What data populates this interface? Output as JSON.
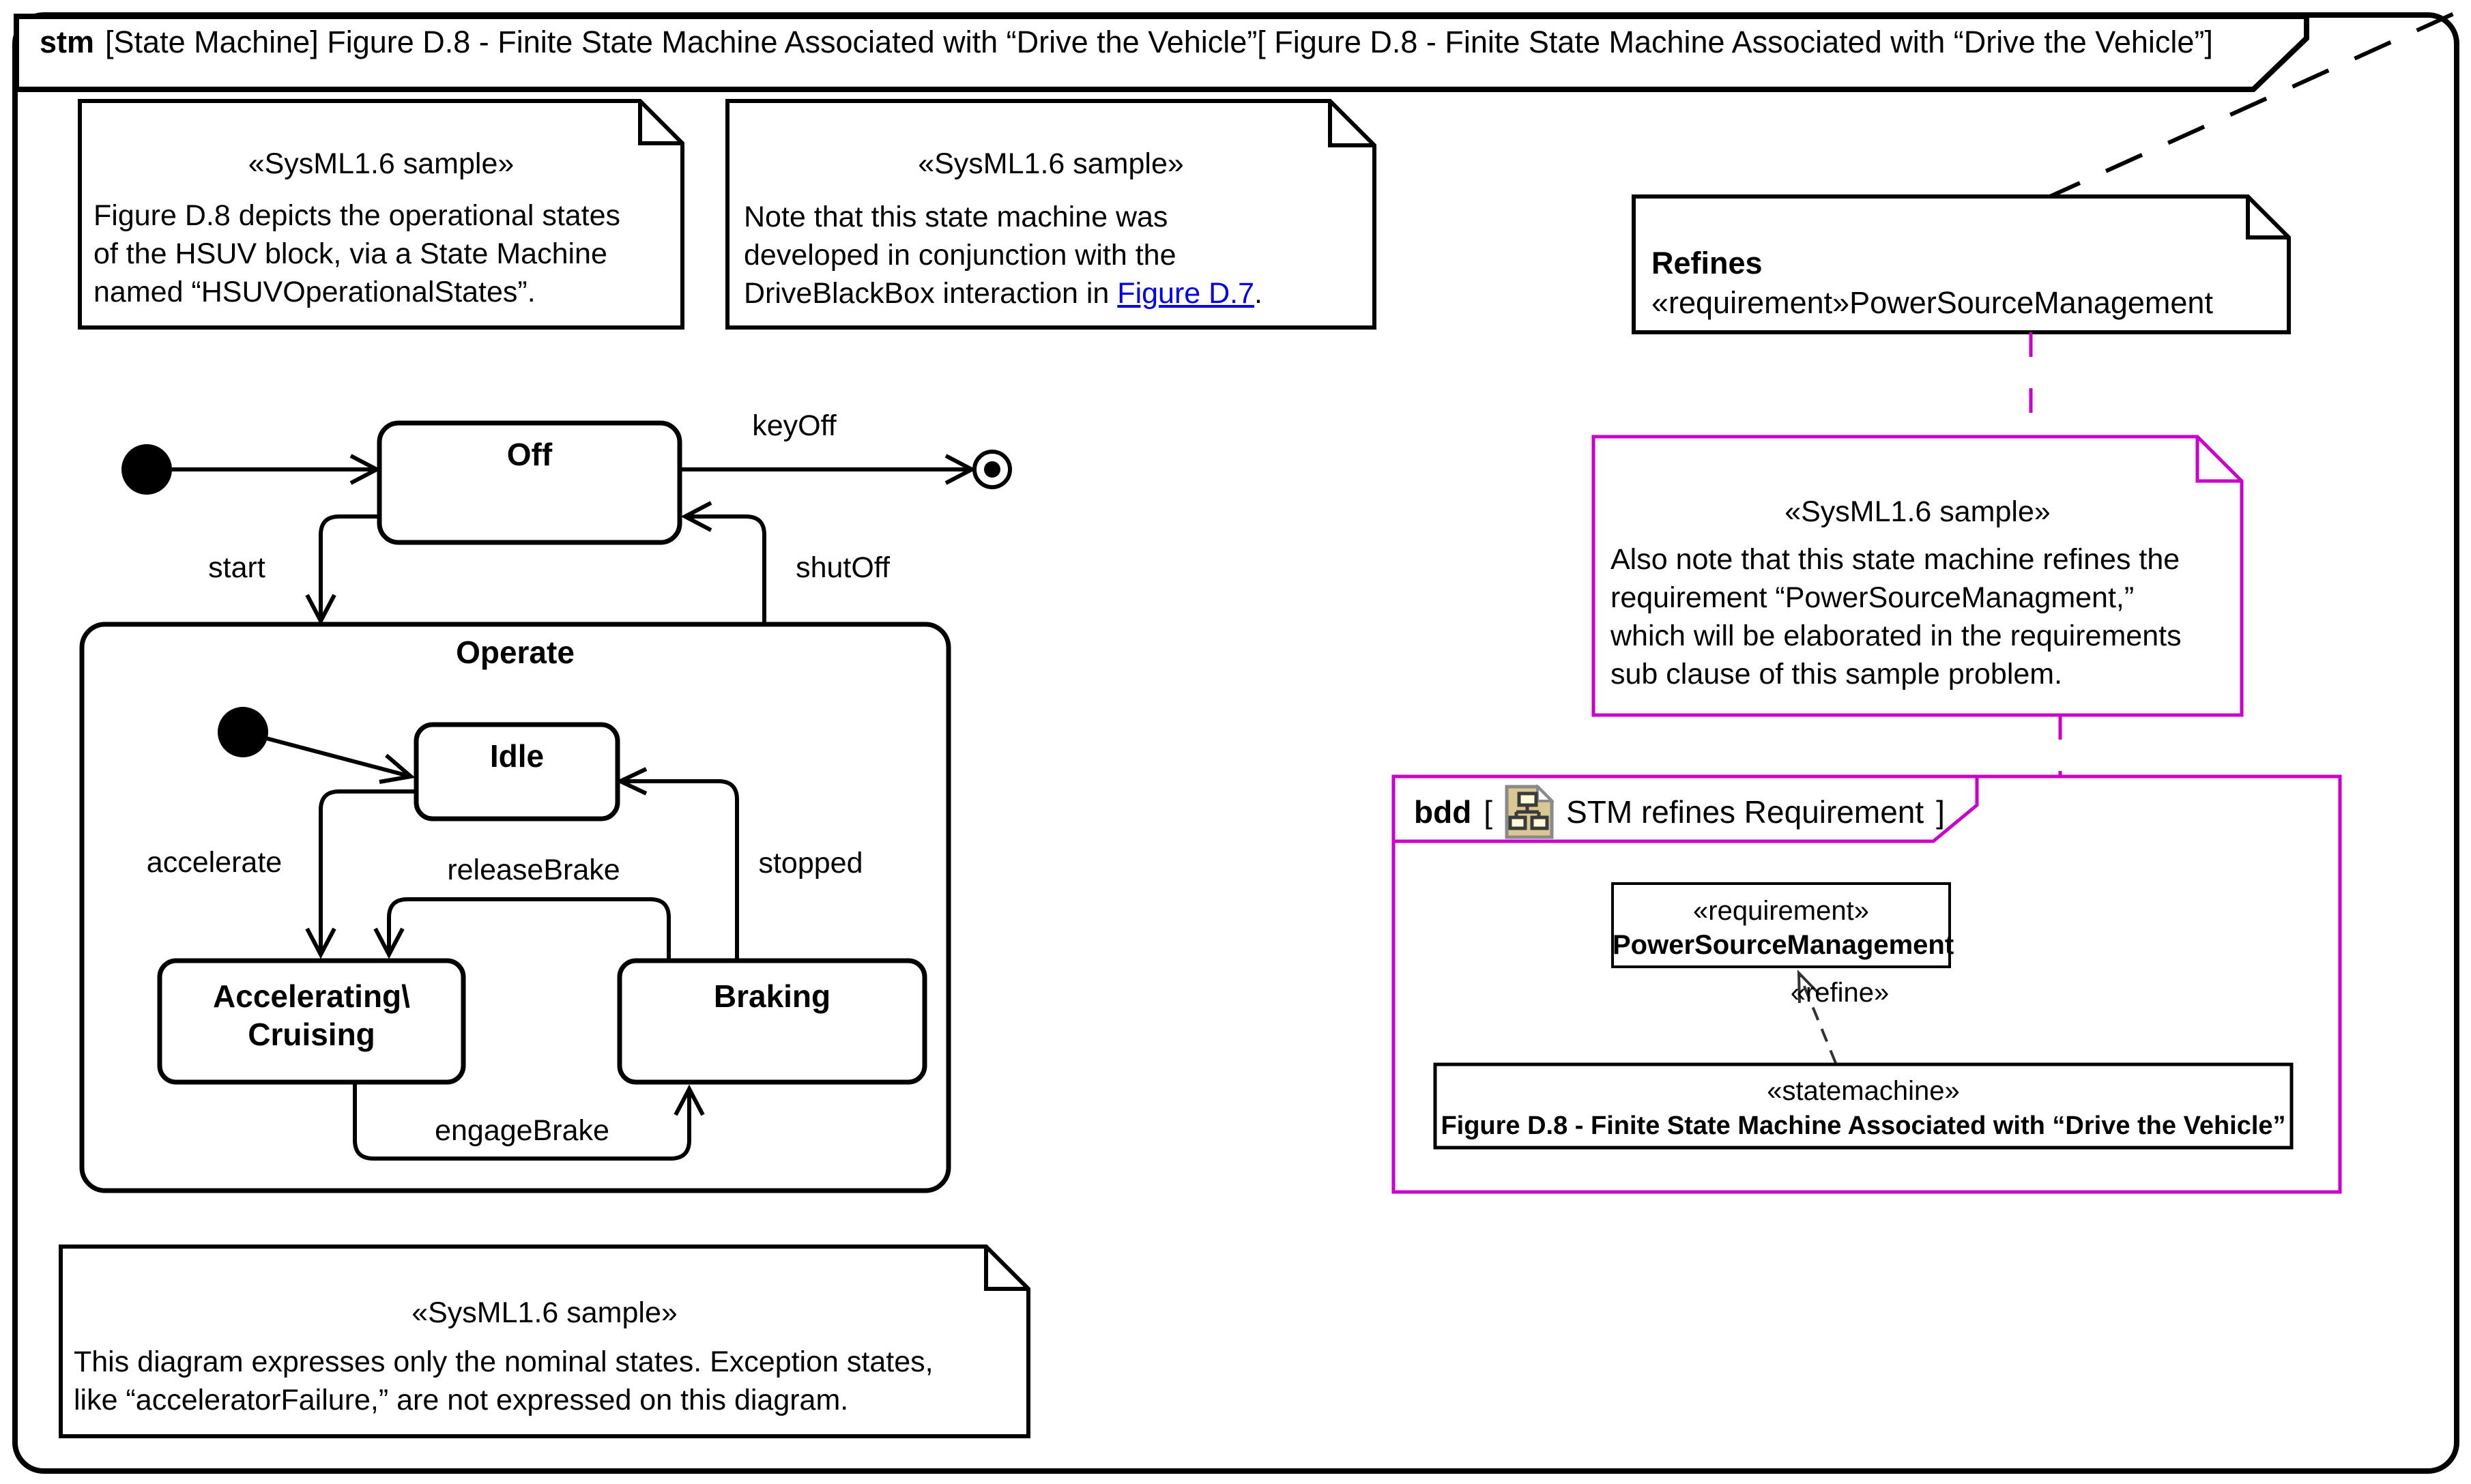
{
  "frame": {
    "keyword": "stm",
    "title": "[State Machine] Figure D.8 - Finite State Machine Associated with “Drive the Vehicle”[ Figure D.8 - Finite State Machine Associated with “Drive the Vehicle”]"
  },
  "notes": {
    "intro": {
      "stereotype": "«SysML1.6 sample»",
      "line1": "Figure D.8 depicts the operational states",
      "line2": "of the HSUV block, via a State Machine",
      "line3": "named “HSUVOperationalStates”."
    },
    "conjunction": {
      "stereotype": "«SysML1.6 sample»",
      "line1": "Note that this state machine was",
      "line2": "developed in conjunction with the",
      "line3_prefix": "DriveBlackBox interaction in ",
      "line3_link": "Figure D.7",
      "line3_suffix": "."
    },
    "refines": {
      "keyword": "Refines",
      "target": "«requirement»PowerSourceManagement"
    },
    "refinement": {
      "stereotype": "«SysML1.6 sample»",
      "line1": "Also note that this state machine refines the",
      "line2": "requirement “PowerSourceManagment,”",
      "line3": "which will be elaborated in the requirements",
      "line4": "sub clause of this sample problem."
    },
    "nominal": {
      "stereotype": "«SysML1.6 sample»",
      "line1": "This diagram expresses only the nominal states. Exception states,",
      "line2": "like “acceleratorFailure,” are not expressed on this diagram."
    }
  },
  "states": {
    "off": "Off",
    "operate": "Operate",
    "idle": "Idle",
    "accelerating1": "Accelerating\\",
    "accelerating2": "Cruising",
    "braking": "Braking"
  },
  "transitions": {
    "keyoff": "keyOff",
    "start": "start",
    "shutoff": "shutOff",
    "accelerate": "accelerate",
    "releasebrake": "releaseBrake",
    "stopped": "stopped",
    "engagebrake": "engageBrake"
  },
  "bdd": {
    "keyword": "bdd",
    "open": "[",
    "label": "STM refines Requirement",
    "close": "]",
    "requirement_stereotype": "«requirement»",
    "requirement_name": "PowerSourceManagement",
    "refine_label": "«refine»",
    "statemachine_stereotype": "«statemachine»",
    "statemachine_name": "Figure D.8 - Finite State Machine Associated with “Drive the Vehicle”"
  },
  "colors": {
    "magenta": "#CC00CC",
    "link": "#0000EE",
    "icon_tan": "#D9C892",
    "icon_paper": "#FFF9D8"
  }
}
